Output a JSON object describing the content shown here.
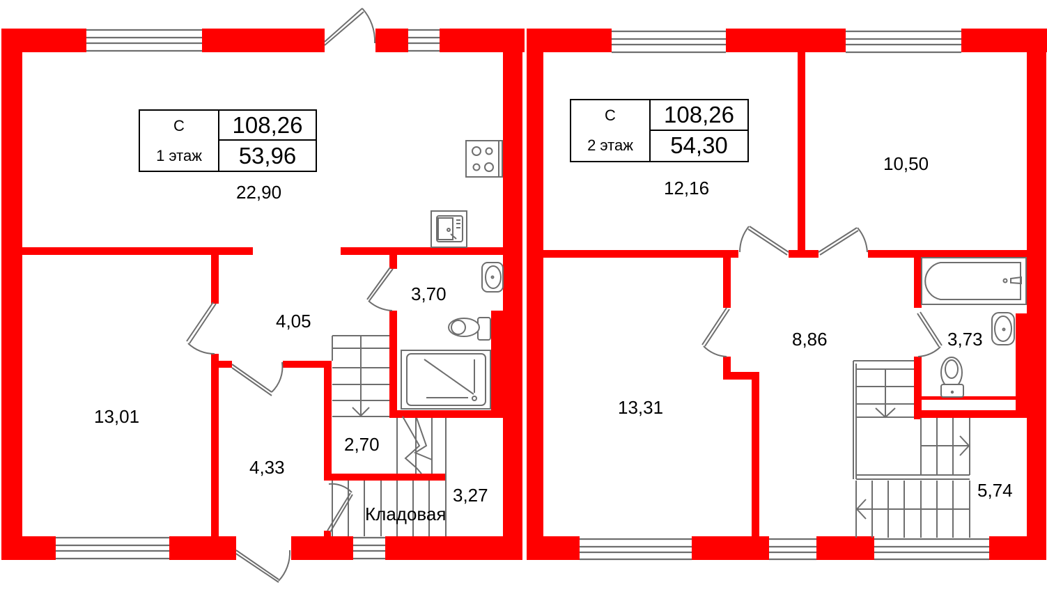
{
  "plan": {
    "wall_color": "#ff0000",
    "line_color": "#6e6e6e",
    "floors": [
      {
        "info": {
          "type": "С",
          "floor": "1 этаж",
          "total_area": "108,26",
          "floor_area": "53,96"
        },
        "rooms": [
          {
            "name": "kitchen-living",
            "area": "22,90"
          },
          {
            "name": "hall",
            "area": "4,05"
          },
          {
            "name": "bathroom",
            "area": "3,70"
          },
          {
            "name": "bedroom",
            "area": "13,01"
          },
          {
            "name": "entrance",
            "area": "4,33"
          },
          {
            "name": "stair-room",
            "area": "2,70"
          },
          {
            "name": "storage",
            "area": "3,27",
            "label": "Кладовая"
          }
        ]
      },
      {
        "info": {
          "type": "С",
          "floor": "2 этаж",
          "total_area": "108,26",
          "floor_area": "54,30"
        },
        "rooms": [
          {
            "name": "bedroom-1",
            "area": "12,16"
          },
          {
            "name": "bedroom-2",
            "area": "10,50"
          },
          {
            "name": "hall",
            "area": "8,86"
          },
          {
            "name": "bathroom",
            "area": "3,73"
          },
          {
            "name": "bedroom-3",
            "area": "13,31"
          },
          {
            "name": "stair-hall",
            "area": "5,74"
          }
        ]
      }
    ]
  }
}
